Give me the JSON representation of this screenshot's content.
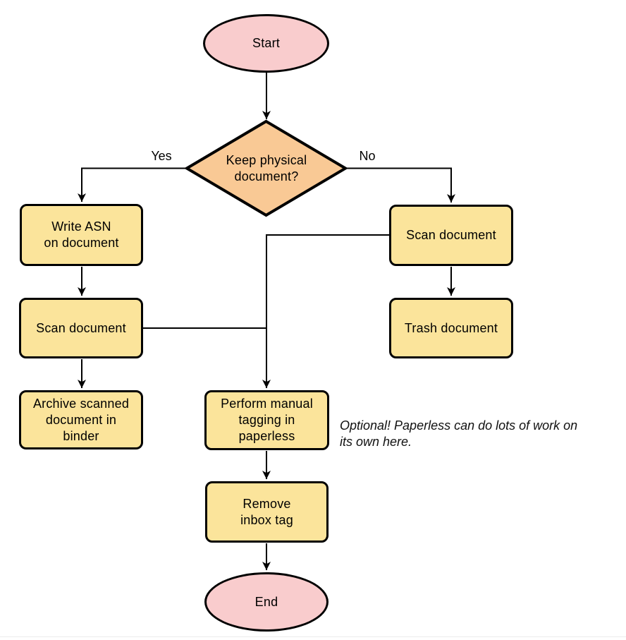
{
  "diagram": {
    "nodes": {
      "start": {
        "label": "Start",
        "shape": "terminator"
      },
      "decision": {
        "label": "Keep physical\ndocument?",
        "shape": "decision"
      },
      "write_asn": {
        "label": "Write ASN\non document",
        "shape": "process"
      },
      "scan_left": {
        "label": "Scan document",
        "shape": "process"
      },
      "archive": {
        "label": "Archive scanned\ndocument in\nbinder",
        "shape": "process"
      },
      "scan_right": {
        "label": "Scan document",
        "shape": "process"
      },
      "trash": {
        "label": "Trash document",
        "shape": "process"
      },
      "tagging": {
        "label": "Perform manual\ntagging in\npaperless",
        "shape": "process"
      },
      "remove_inbox": {
        "label": "Remove\ninbox tag",
        "shape": "process"
      },
      "end": {
        "label": "End",
        "shape": "terminator"
      }
    },
    "edge_labels": {
      "yes": "Yes",
      "no": "No"
    },
    "annotation": "Optional! Paperless can do lots of work on\nits own here.",
    "colors": {
      "terminator-fill": "#F9CCCD",
      "decision-fill": "#F9C995",
      "process-fill": "#FBE49B",
      "stroke": "#000000"
    }
  }
}
